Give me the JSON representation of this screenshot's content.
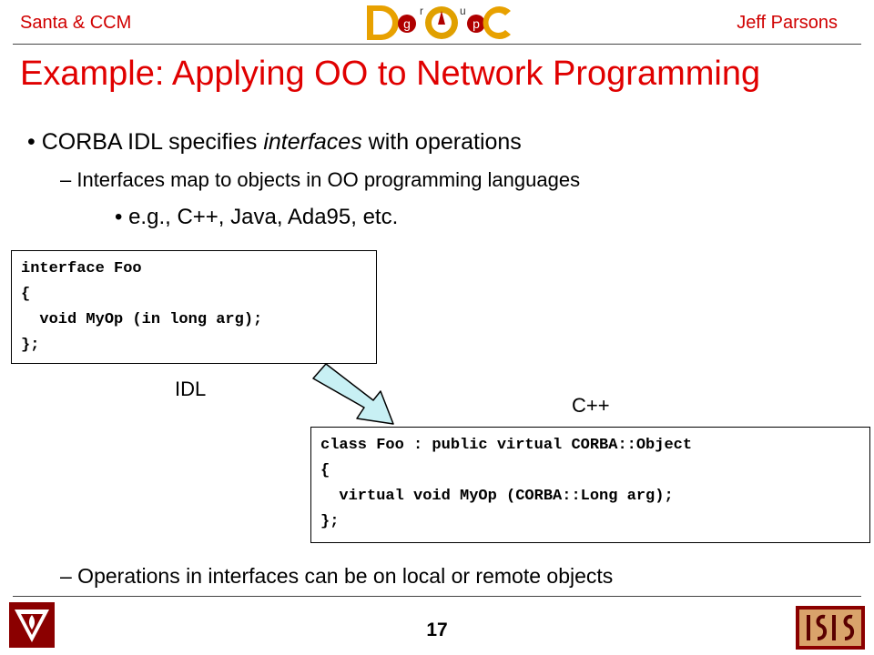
{
  "header": {
    "left": "Santa & CCM",
    "right": "Jeff Parsons"
  },
  "title": "Example: Applying OO to Network Programming",
  "bullets": {
    "main_prefix": "CORBA IDL specifies ",
    "main_em": "interfaces",
    "main_suffix": " with operations",
    "sub1": "–  Interfaces map to objects in OO programming languages",
    "subsub": "e.g., C++, Java, Ada95, etc.",
    "sub2": "– Operations in interfaces can be on local or remote objects"
  },
  "idl_code": "interface Foo\n{\n  void MyOp (in long arg);\n};",
  "cpp_code": "class Foo : public virtual CORBA::Object\n{\n  virtual void MyOp (CORBA::Long arg);\n};",
  "labels": {
    "idl": "IDL",
    "cpp": "C++"
  },
  "footer": {
    "page_number": "17"
  },
  "colors": {
    "accent": "#e00000",
    "arrow_fill": "#c8f0f4"
  },
  "icons": {
    "header_logo": "doc-group-logo",
    "left_logo": "vanderbilt-logo",
    "right_logo": "isis-logo"
  }
}
